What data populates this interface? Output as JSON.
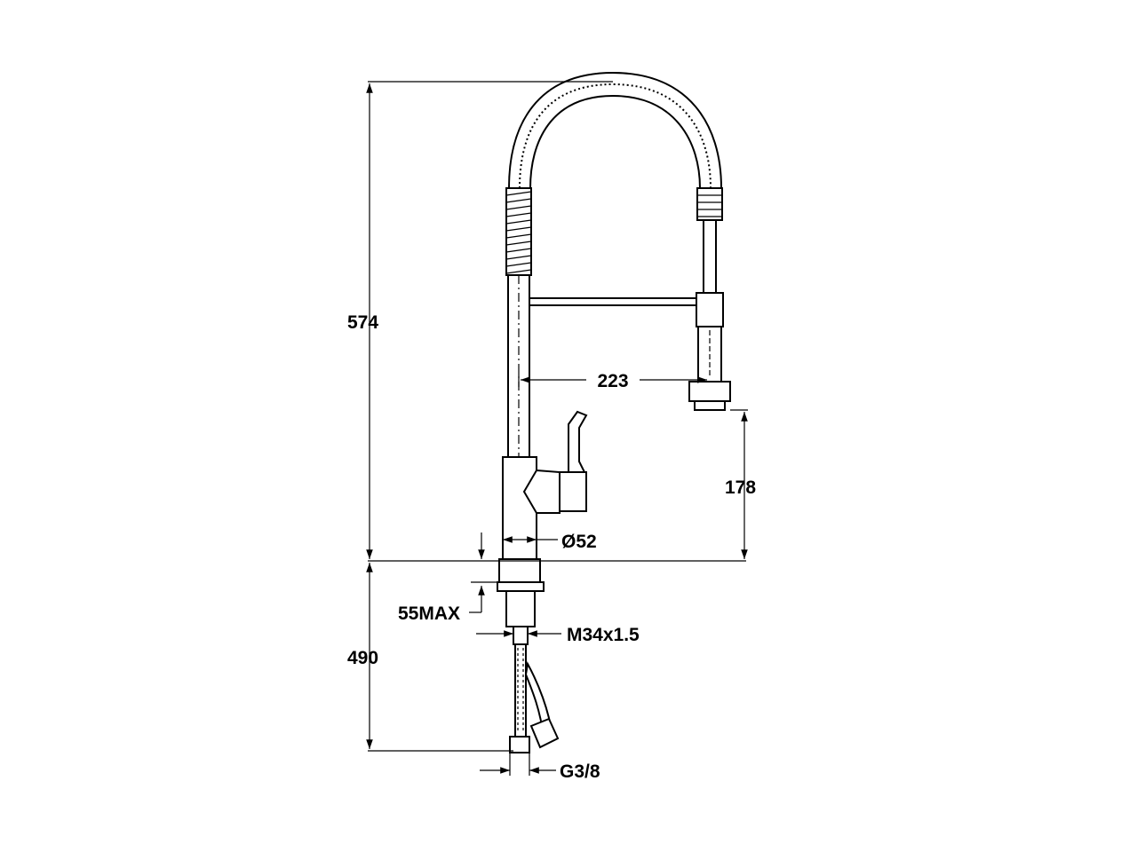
{
  "dimensions": {
    "total_height_above": "574",
    "total_length_below": "490",
    "reach": "223",
    "spout_clearance": "178",
    "base_diameter": "Ø52",
    "deck_thickness_max": "55MAX",
    "thread": "M34x1.5",
    "hose_connection": "G3/8"
  },
  "colors": {
    "line": "#000000",
    "background": "#ffffff"
  }
}
